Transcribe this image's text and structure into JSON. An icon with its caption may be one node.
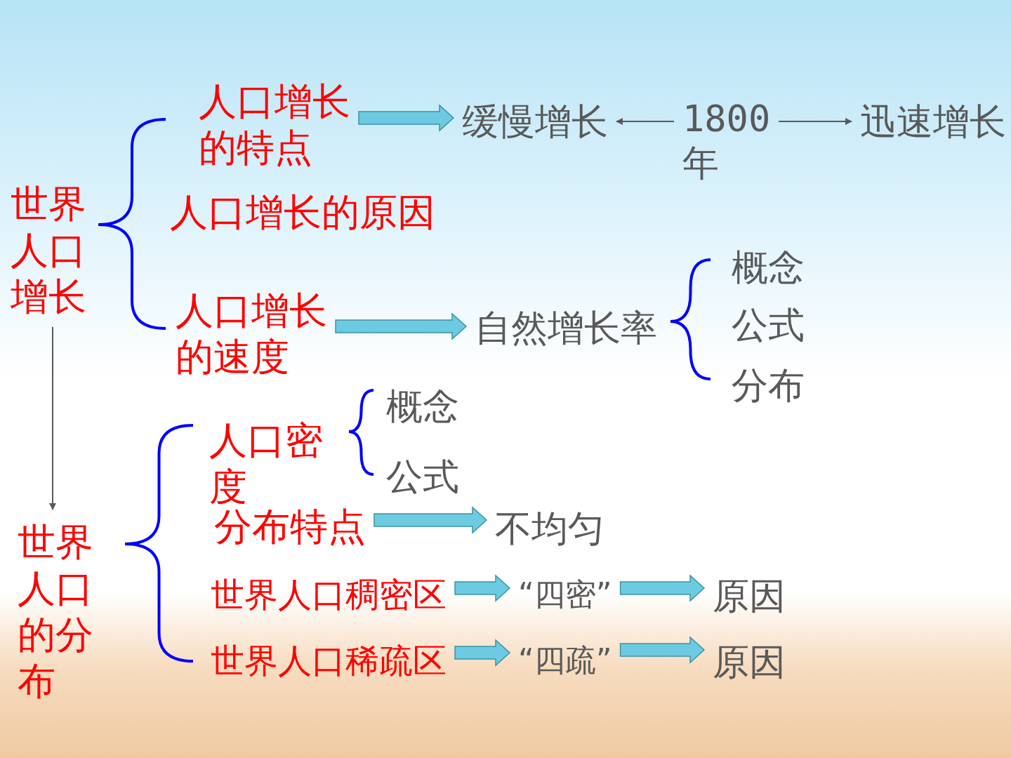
{
  "diagram": {
    "nodes": [
      {
        "text": [
          "世界人口增长"
        ]
      },
      {
        "text": [
          "人口增长的特点"
        ]
      },
      {
        "text": [
          "人口增长的原因"
        ]
      },
      {
        "text": [
          "人口增长的速度"
        ]
      },
      {
        "text": [
          "缓慢增长"
        ]
      },
      {
        "text": [
          "1800年"
        ]
      },
      {
        "text": [
          "迅速增长"
        ]
      },
      {
        "text": [
          "自然增长率"
        ]
      },
      {
        "text": [
          "概念"
        ]
      },
      {
        "text": [
          "公式"
        ]
      },
      {
        "text": [
          "分布"
        ]
      },
      {
        "text": [
          "世界人口的分布"
        ]
      },
      {
        "text": [
          "人口密度"
        ]
      },
      {
        "text": [
          "概念"
        ]
      },
      {
        "text": [
          "公式"
        ]
      },
      {
        "text": [
          "分布特点"
        ]
      },
      {
        "text": [
          "不均匀"
        ]
      },
      {
        "text": [
          "世界人口稠密区"
        ]
      },
      {
        "text": [
          "“四密”"
        ]
      },
      {
        "text": [
          "原因"
        ]
      },
      {
        "text": [
          "世界人口稀疏区"
        ]
      },
      {
        "text": [
          "“四疏”"
        ]
      },
      {
        "text": [
          "原因"
        ]
      }
    ],
    "edges": [
      {
        "from": 1,
        "to": 4,
        "arrow": "to",
        "style": "thick"
      },
      {
        "from": 5,
        "to": 4,
        "arrow": "to",
        "color": "#595959"
      },
      {
        "from": 5,
        "to": 6,
        "arrow": "to",
        "color": "#595959"
      },
      {
        "from": 3,
        "to": 7,
        "arrow": "to",
        "style": "thick"
      },
      {
        "from": 0,
        "to": 11,
        "arrow": "to",
        "color": "#595959"
      },
      {
        "from": 15,
        "to": 16,
        "arrow": "to",
        "style": "thick"
      },
      {
        "from": 17,
        "to": 18,
        "arrow": "to",
        "style": "thick"
      },
      {
        "from": 18,
        "to": 19,
        "arrow": "to",
        "style": "thick"
      },
      {
        "from": 20,
        "to": 21,
        "arrow": "to",
        "style": "thick"
      },
      {
        "from": 21,
        "to": 22,
        "arrow": "to",
        "style": "thick"
      }
    ]
  }
}
